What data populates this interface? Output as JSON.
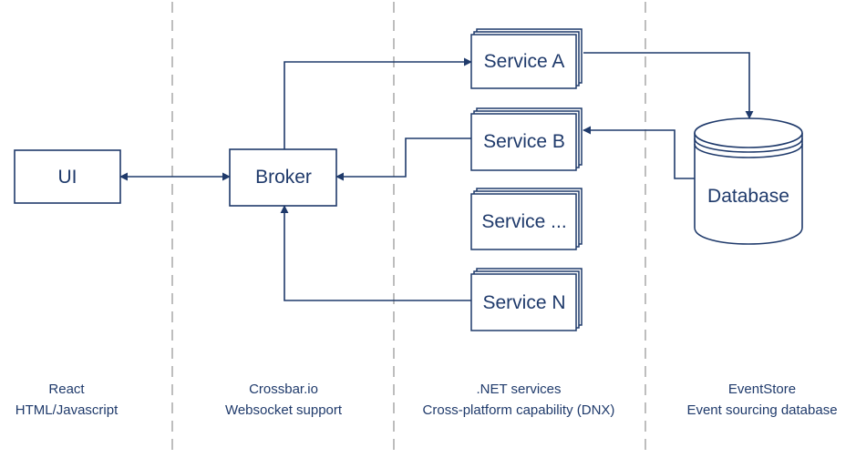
{
  "colors": {
    "stroke": "#1f3a6b",
    "text": "#1f3a6b",
    "divider": "#9a9a9a",
    "background": "#ffffff"
  },
  "nodes": {
    "ui": "UI",
    "broker": "Broker",
    "service_a": "Service A",
    "service_b": "Service B",
    "service_more": "Service ...",
    "service_n": "Service N",
    "database": "Database"
  },
  "captions": {
    "client": {
      "line1": "React",
      "line2": "HTML/Javascript"
    },
    "broker": {
      "line1": "Crossbar.io",
      "line2": "Websocket support"
    },
    "services": {
      "line1": ".NET services",
      "line2": "Cross-platform capability (DNX)"
    },
    "store": {
      "line1": "EventStore",
      "line2": "Event sourcing database"
    }
  }
}
